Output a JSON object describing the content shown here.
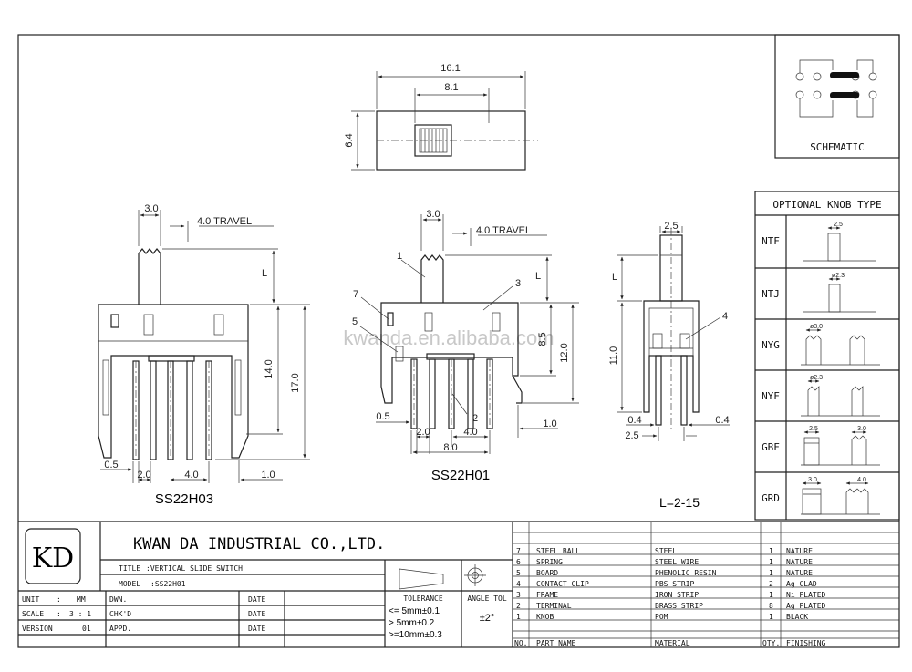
{
  "watermark": "kwanda.en.alibaba.com",
  "top_view": {
    "dims": [
      "16.1",
      "8.1",
      "6.4"
    ]
  },
  "schematic": {
    "label": "SCHEMATIC"
  },
  "knob_types": {
    "title": "OPTIONAL KNOB TYPE",
    "rows": [
      {
        "code": "NTF",
        "dims": [
          "2.5"
        ]
      },
      {
        "code": "NTJ",
        "dims": [
          "ø2.3"
        ]
      },
      {
        "code": "NYG",
        "dims": [
          "ø3.0"
        ]
      },
      {
        "code": "NYF",
        "dims": [
          "ø2.3"
        ]
      },
      {
        "code": "GBF",
        "dims": [
          "2.5",
          "3.0"
        ]
      },
      {
        "code": "GRD",
        "dims": [
          "3.0",
          "4.0"
        ]
      }
    ]
  },
  "view_h03": {
    "name": "SS22H03",
    "travel": "4.0 TRAVEL",
    "dims": {
      "w": "3.0",
      "L": "L",
      "h1": "14.0",
      "h2": "17.0",
      "a": "0.5",
      "b": "2.0",
      "c": "4.0",
      "d": "1.0"
    }
  },
  "view_h01": {
    "name": "SS22H01",
    "travel": "4.0 TRAVEL",
    "callouts": [
      "1",
      "2",
      "3",
      "5",
      "7"
    ],
    "dims": {
      "w": "3.0",
      "L": "L",
      "h1": "8.5",
      "h2": "12.0",
      "a": "0.5",
      "b": "2.0",
      "c": "4.0",
      "d": "1.0",
      "e": "8.0"
    }
  },
  "side_view": {
    "callout": "4",
    "dims": {
      "w": "2.5",
      "L": "L",
      "h": "11.0",
      "a": "0.4",
      "b": "0.4",
      "c": "2.5"
    },
    "length_note": "L=2-15"
  },
  "title_block": {
    "logo": "KD",
    "company": "KWAN DA INDUSTRIAL CO.,LTD.",
    "title_label": "TITLE",
    "title_value": ":VERTICAL SLIDE SWITCH",
    "model_label": "MODEL",
    "model_value": ":SS22H01",
    "rows": [
      {
        "k": "UNIT",
        "sep": ":",
        "v": "MM",
        "role": "DWN.",
        "date": "DATE"
      },
      {
        "k": "SCALE",
        "sep": ":",
        "v": "3 : 1",
        "role": "CHK'D",
        "date": "DATE"
      },
      {
        "k": "VERSION",
        "sep": "",
        "v": "01",
        "role": "APPD.",
        "date": "DATE"
      }
    ],
    "tolerance": {
      "title": "TOLERANCE",
      "lines": [
        "<= 5mm±0.1",
        ">  5mm±0.2",
        ">=10mm±0.3"
      ]
    },
    "angle": {
      "title": "ANGLE TOL",
      "value": "±2°"
    }
  },
  "bom": {
    "header": {
      "no": "NO.",
      "part": "PART  NAME",
      "material": "MATERIAL",
      "qty": "QTY.",
      "finish": "FINISHING"
    },
    "rows": [
      {
        "no": "7",
        "part": "STEEL BALL",
        "material": "STEEL",
        "qty": "1",
        "finish": "NATURE"
      },
      {
        "no": "6",
        "part": "SPRING",
        "material": "STEEL WIRE",
        "qty": "1",
        "finish": "NATURE"
      },
      {
        "no": "5",
        "part": "BOARD",
        "material": "PHENOLIC RESIN",
        "qty": "1",
        "finish": "NATURE"
      },
      {
        "no": "4",
        "part": "CONTACT  CLIP",
        "material": "PBS STRIP",
        "qty": "2",
        "finish": "Ag CLAD"
      },
      {
        "no": "3",
        "part": "FRAME",
        "material": "IRON STRIP",
        "qty": "1",
        "finish": "Ni PLATED"
      },
      {
        "no": "2",
        "part": "TERMINAL",
        "material": "BRASS STRIP",
        "qty": "8",
        "finish": "Ag PLATED"
      },
      {
        "no": "1",
        "part": "KNOB",
        "material": "POM",
        "qty": "1",
        "finish": "BLACK"
      }
    ]
  }
}
